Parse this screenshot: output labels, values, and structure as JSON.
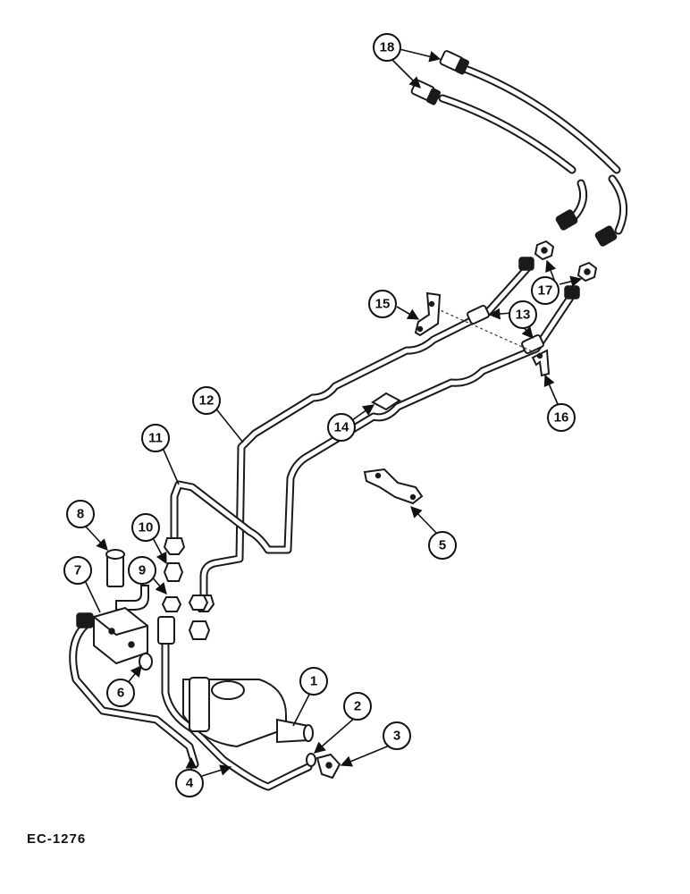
{
  "drawing_code": "EC-1276",
  "callouts": [
    "1",
    "2",
    "3",
    "4",
    "5",
    "6",
    "7",
    "8",
    "9",
    "10",
    "11",
    "12",
    "13",
    "14",
    "15",
    "16",
    "17",
    "18"
  ],
  "colors": {
    "ink": "#1a1a1a",
    "paper": "#ffffff"
  }
}
